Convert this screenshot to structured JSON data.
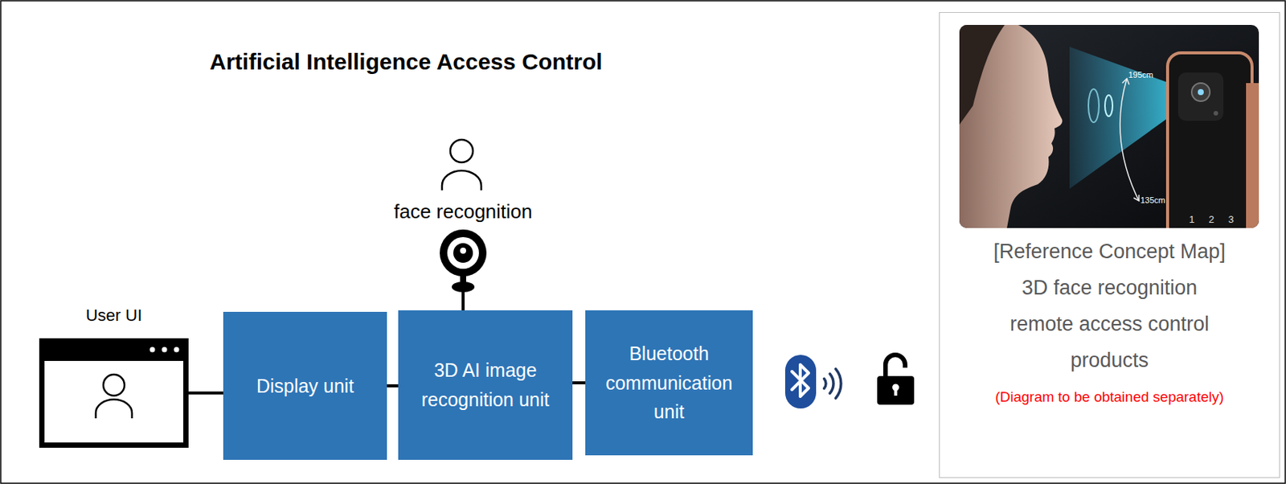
{
  "diagram": {
    "title": "Artificial Intelligence Access Control",
    "nodes": [
      {
        "text": [
          "User UI"
        ]
      },
      {
        "text": [
          "Display unit"
        ]
      },
      {
        "text": [
          "3D AI image recognition unit"
        ]
      },
      {
        "text": [
          "Bluetooth communication unit"
        ]
      },
      {
        "text": [
          "[Reference Concept Map]",
          "3D face recognition remote access control products",
          "(Diagram to be obtained separately)"
        ]
      }
    ],
    "edges": [
      {
        "from": 0,
        "to": 1,
        "arrow": "none"
      },
      {
        "from": 1,
        "to": 2,
        "arrow": "none"
      },
      {
        "from": 2,
        "to": 3,
        "arrow": "none"
      }
    ],
    "labels": [
      "face recognition",
      "195cm",
      "135cm",
      "1",
      "2",
      "3"
    ]
  }
}
